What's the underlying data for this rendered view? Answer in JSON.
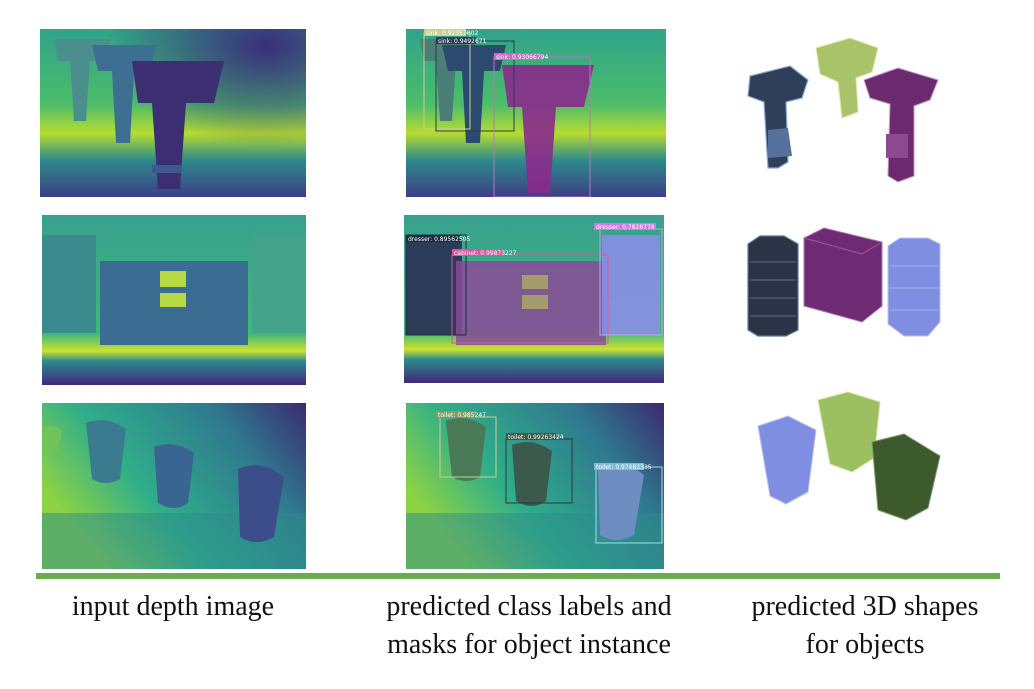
{
  "columns": {
    "depth": "input depth image",
    "pred_line1": "predicted class labels and",
    "pred_line2": "masks for object instance",
    "shape_line1": "predicted 3D shapes",
    "shape_line2": "for objects"
  },
  "rows": [
    {
      "scene": "sinks",
      "detections": [
        {
          "label": "sink: 0.92357802"
        },
        {
          "label": "sink: 0.9492671"
        },
        {
          "label": "sink: 0.93066794"
        }
      ]
    },
    {
      "scene": "dresser-cabinet",
      "detections": [
        {
          "label": "dresser: 0.89562505"
        },
        {
          "label": "cabinet: 0.99873227"
        },
        {
          "label": "dresser: 0.7828776"
        }
      ]
    },
    {
      "scene": "toilets",
      "detections": [
        {
          "label": "toilet: 0.985247"
        },
        {
          "label": "toilet: 0.99263424"
        },
        {
          "label": "toilet: 0.97682335"
        }
      ]
    }
  ],
  "colors": {
    "divider": "#6aad4e",
    "mask_dark_blue": "#2c4a6e",
    "mask_purple": "#8a2a8c",
    "mask_green": "#9cc060",
    "mask_light_blue": "#7f8ee0",
    "mask_dark_green": "#3c5a2c"
  }
}
